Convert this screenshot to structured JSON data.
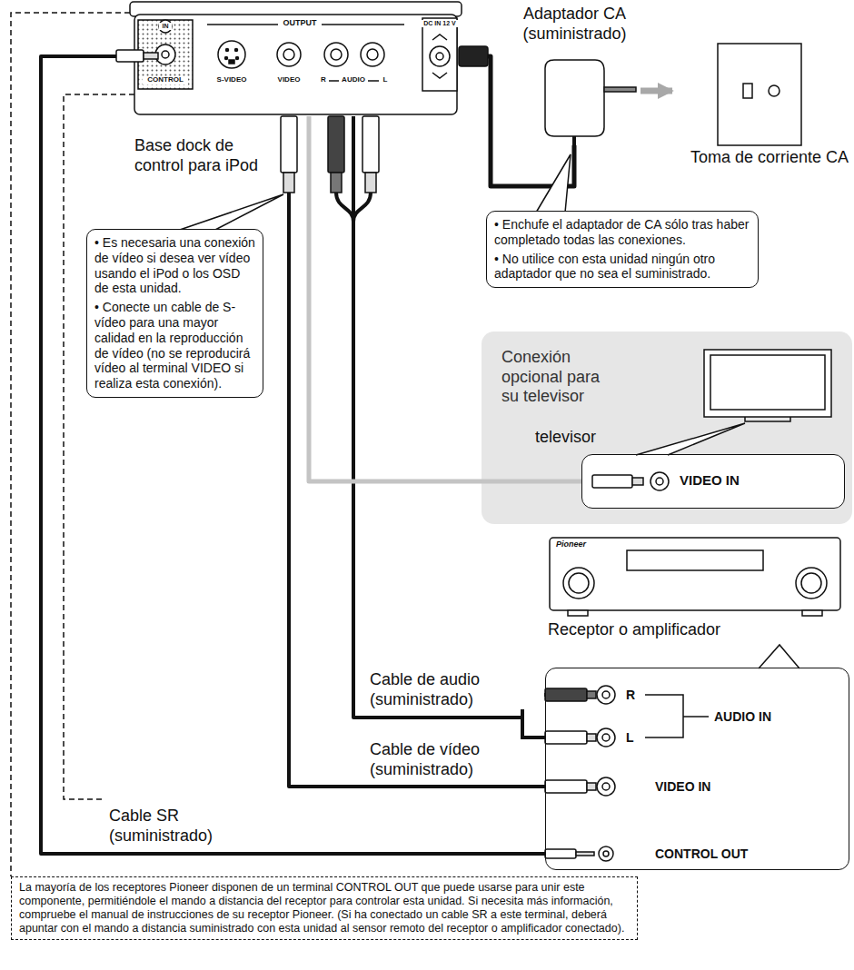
{
  "diagram": {
    "nodes": [
      {
        "text": [
          "Base dock de control para iPod"
        ]
      },
      {
        "text": [
          "Adaptador CA (suministrado)"
        ]
      },
      {
        "text": [
          "Toma de corriente CA"
        ]
      },
      {
        "text": [
          "• Enchufe el adaptador de CA sólo tras haber completado todas las conexiones.",
          "• No utilice con esta unidad ningún otro adaptador que no sea el suministrado."
        ]
      },
      {
        "text": [
          "• Es necesaria una conexión de vídeo si desea ver vídeo usando el iPod o los OSD de esta unidad.",
          "• Conecte un cable de S-vídeo para una mayor calidad en la reproducción de vídeo (no se reproducirá vídeo al terminal VIDEO si realiza esta conexión)."
        ]
      },
      {
        "text": [
          "Conexión opcional para su televisor"
        ]
      },
      {
        "text": [
          "televisor"
        ],
        "in": 5
      },
      {
        "text": [
          "Receptor o amplificador"
        ]
      },
      {
        "text": [
          "R",
          "L",
          "AUDIO IN",
          "VIDEO IN",
          "CONTROL OUT"
        ]
      },
      {
        "text": [
          "La mayoría de los receptores Pioneer disponen de un terminal CONTROL OUT que puede usarse para unir este componente, permitiéndole el mando a distancia del receptor para controlar esta unidad. Si necesita más información, compruebe el manual de instrucciones de su receptor Pioneer. (Si ha conectado un cable SR a este terminal, deberá apuntar con el mando a distancia suministrado con esta unidad al sensor remoto del receptor o amplificador conectado)."
        ]
      }
    ],
    "edges": [
      {
        "from": 0,
        "to": 8,
        "arrow": "none",
        "label": "Cable de audio (suministrado)"
      },
      {
        "from": 0,
        "to": 8,
        "arrow": "none",
        "label": "Cable de vídeo (suministrado)"
      },
      {
        "from": 0,
        "to": 8,
        "arrow": "none",
        "label": "Cable SR (suministrado)"
      },
      {
        "from": 0,
        "to": 6,
        "arrow": "none"
      },
      {
        "from": 0,
        "to": 1,
        "arrow": "none"
      },
      {
        "from": 1,
        "to": 2,
        "arrow": "to"
      }
    ],
    "labels": [
      "IN",
      "CONTROL",
      "OUTPUT",
      "S-VIDEO",
      "VIDEO",
      "R",
      "AUDIO",
      "L",
      "DC IN 12 V",
      "VIDEO IN",
      "Pioneer"
    ]
  }
}
